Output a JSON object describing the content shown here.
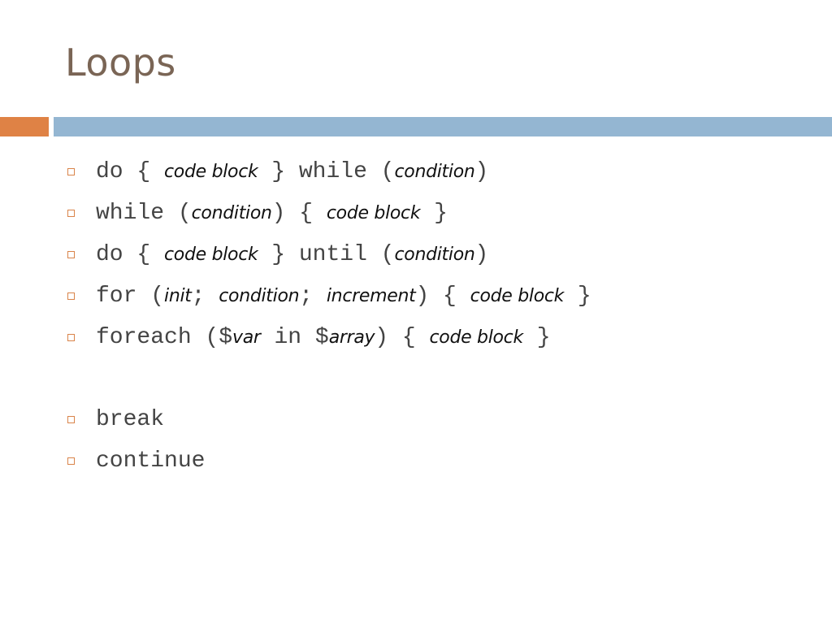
{
  "slide": {
    "title": "Loops",
    "colors": {
      "title": "#7a6555",
      "accent_orange": "#df8245",
      "accent_blue": "#94b6d2",
      "bullet_marker": "#d9844a"
    },
    "marker_icon": "hollow-square-icon",
    "bullets": [
      {
        "segments": [
          {
            "style": "code",
            "text": "do { "
          },
          {
            "style": "it",
            "text": "code block"
          },
          {
            "style": "code",
            "text": " } while ("
          },
          {
            "style": "it",
            "text": "condition"
          },
          {
            "style": "code",
            "text": ")"
          }
        ]
      },
      {
        "segments": [
          {
            "style": "code",
            "text": "while ("
          },
          {
            "style": "it",
            "text": "condition"
          },
          {
            "style": "code",
            "text": ") { "
          },
          {
            "style": "it",
            "text": "code block"
          },
          {
            "style": "code",
            "text": " }"
          }
        ]
      },
      {
        "segments": [
          {
            "style": "code",
            "text": "do { "
          },
          {
            "style": "it",
            "text": "code block"
          },
          {
            "style": "code",
            "text": " } until ("
          },
          {
            "style": "it",
            "text": "condition"
          },
          {
            "style": "code",
            "text": ")"
          }
        ]
      },
      {
        "segments": [
          {
            "style": "code",
            "text": "for ("
          },
          {
            "style": "it",
            "text": "init"
          },
          {
            "style": "code",
            "text": "; "
          },
          {
            "style": "it",
            "text": "condition"
          },
          {
            "style": "code",
            "text": "; "
          },
          {
            "style": "it",
            "text": "increment"
          },
          {
            "style": "code",
            "text": ") { "
          },
          {
            "style": "it",
            "text": "code block"
          },
          {
            "style": "code",
            "text": " }"
          }
        ]
      },
      {
        "segments": [
          {
            "style": "code",
            "text": "foreach ($"
          },
          {
            "style": "it",
            "text": "var"
          },
          {
            "style": "code",
            "text": " in $"
          },
          {
            "style": "it",
            "text": "array"
          },
          {
            "style": "code",
            "text": ") { "
          },
          {
            "style": "it",
            "text": "code block"
          },
          {
            "style": "code",
            "text": " }"
          }
        ]
      },
      {
        "gap": true,
        "segments": []
      },
      {
        "segments": [
          {
            "style": "code",
            "text": "break"
          }
        ]
      },
      {
        "segments": [
          {
            "style": "code",
            "text": "continue"
          }
        ]
      }
    ]
  }
}
